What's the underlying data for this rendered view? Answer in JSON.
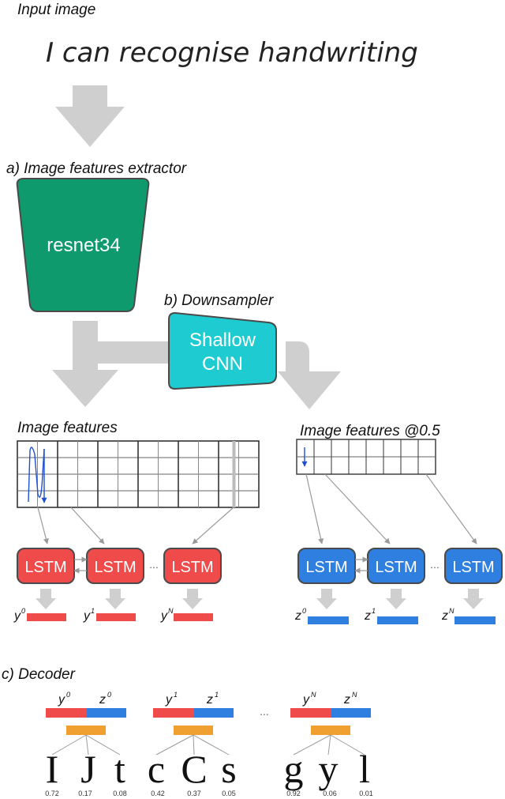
{
  "input_label": "Input image",
  "handwriting_text": "I can recognise handwriting",
  "extractor_label": "a) Image features extractor",
  "resnet_label": "resnet34",
  "downsampler_label": "b) Downsampler",
  "shallow_label_line1": "Shallow",
  "shallow_label_line2": "CNN",
  "features_label": "Image features",
  "features_half_label": "Image features @0.5",
  "lstm_label": "LSTM",
  "dots": "...",
  "outputs_left": [
    {
      "base": "y",
      "sup": "0"
    },
    {
      "base": "y",
      "sup": "1"
    },
    {
      "base": "y",
      "sup": "N"
    }
  ],
  "outputs_right": [
    {
      "base": "z",
      "sup": "0"
    },
    {
      "base": "z",
      "sup": "1"
    },
    {
      "base": "z",
      "sup": "N"
    }
  ],
  "decoder_label": "c) Decoder",
  "decoder_groups": [
    {
      "y": "y",
      "y_sup": "0",
      "z": "z",
      "z_sup": "0",
      "candidates": [
        {
          "char": "I",
          "prob": "0.72"
        },
        {
          "char": "J",
          "prob": "0.17"
        },
        {
          "char": "t",
          "prob": "0.08"
        }
      ]
    },
    {
      "y": "y",
      "y_sup": "1",
      "z": "z",
      "z_sup": "1",
      "candidates": [
        {
          "char": "c",
          "prob": "0.42"
        },
        {
          "char": "C",
          "prob": "0.37"
        },
        {
          "char": "s",
          "prob": "0.05"
        }
      ]
    },
    {
      "y": "y",
      "y_sup": "N",
      "z": "z",
      "z_sup": "N",
      "candidates": [
        {
          "char": "g",
          "prob": "0.92"
        },
        {
          "char": "y",
          "prob": "0.06"
        },
        {
          "char": "l",
          "prob": "0.01"
        }
      ]
    }
  ],
  "colors": {
    "resnet": "#0f9a6e",
    "shallow": "#1ecbd0",
    "lstm_red": "#ef4b4b",
    "lstm_blue": "#2f7fe0",
    "bar_red": "#ef4b4b",
    "bar_blue": "#2f7fe0",
    "bar_orange": "#f0a030",
    "arrow_gray": "#cfcfcf"
  },
  "icons": [
    "down-arrow-icon",
    "bidirectional-arrow-icon",
    "feature-grid-icon"
  ]
}
